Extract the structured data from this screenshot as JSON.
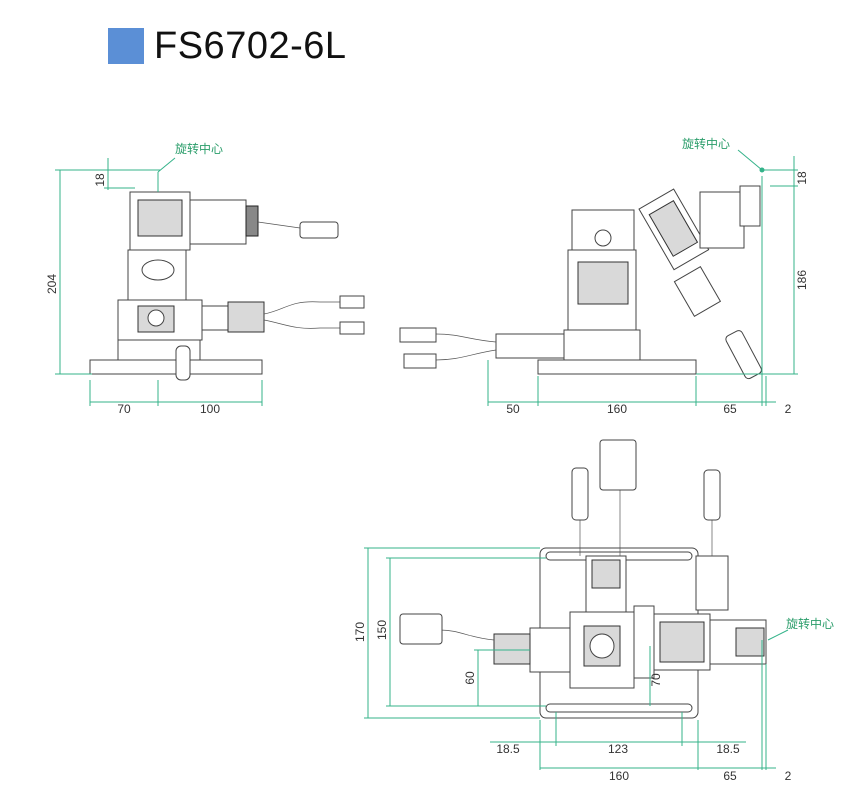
{
  "title": "FS6702-6L",
  "colors": {
    "accent": "#5b8fd6",
    "dimension_line": "#34b38a",
    "outline": "#444444"
  },
  "views": {
    "front": {
      "callout": "旋转中心",
      "dims": {
        "height_total": "204",
        "top_offset": "18",
        "left_width": "70",
        "right_width": "100"
      }
    },
    "side": {
      "callout": "旋转中心",
      "dims": {
        "top_offset": "18",
        "height": "186",
        "left": "50",
        "base": "160",
        "right": "65",
        "gap": "2"
      }
    },
    "top": {
      "callout": "旋转中心",
      "dims": {
        "depth_outer": "170",
        "depth_inner": "150",
        "offset_60": "60",
        "offset_70": "70",
        "margin_left": "18.5",
        "slot": "123",
        "margin_right": "18.5",
        "base": "160",
        "right": "65",
        "gap": "2"
      }
    }
  }
}
